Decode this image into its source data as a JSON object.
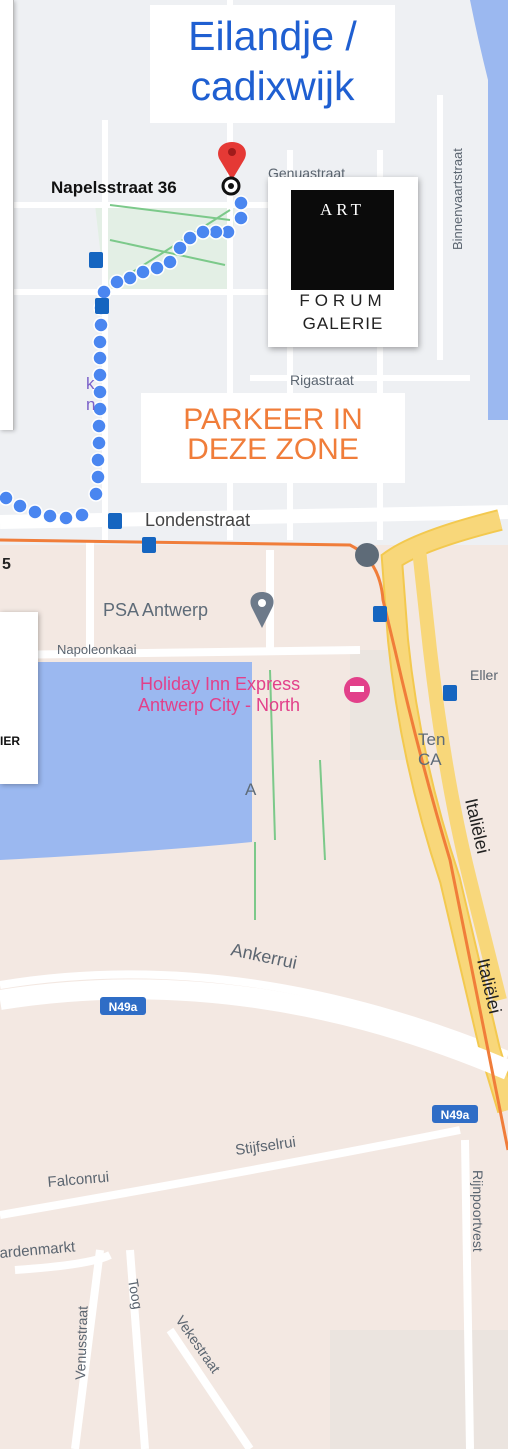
{
  "title": {
    "line1": "Eilandje /",
    "line2": "cadixwijk"
  },
  "parking_note": {
    "line1": "PARKEER IN",
    "line2": "DEZE ZONE"
  },
  "gallery_logo": {
    "top_text": "ART",
    "middle_text": "FORUM",
    "bottom_text": "GALERIE"
  },
  "destination": {
    "label": "Napelsstraat 36"
  },
  "left_fragments": {
    "digit": "5",
    "panel_text": "IER"
  },
  "streets": {
    "genuastraat": "Genuastraat",
    "binnenvaartstraat": "Binnenvaartstraat",
    "rigastraat": "Rigastraat",
    "londenstraat": "Londenstraat",
    "napoleonkaai": "Napoleonkaai",
    "ell": "Eller",
    "italielei1": "Italiëlei",
    "italielei2": "Italiëlei",
    "ankerrui": "Ankerrui",
    "stijfselrui": "Stijfselrui",
    "falconrui": "Falconrui",
    "rdenmarkt": "ardenmarkt",
    "rijnpoortvest": "Rijnpoortvest",
    "venusstraat": "Venusstraat",
    "toog": "Toog",
    "vekestraat": "Vekestraat"
  },
  "pois": {
    "psa": "PSA Antwerp",
    "holiday1": "Holiday Inn Express",
    "holiday2": "Antwerp City - North",
    "ten": "Ten",
    "ca": "CA",
    "a": "A",
    "k": "k",
    "n": "n"
  },
  "road_shields": [
    {
      "label": "N49a"
    },
    {
      "label": "N49a"
    }
  ],
  "colors": {
    "title_text": "#1f5fd1",
    "parking_text": "#f07d3a",
    "route_dots": "#4a86f0",
    "zone_border": "#f07d3a",
    "pin": "#e53935",
    "water": "#9bb8f0",
    "main_road": "#f8d77a",
    "poi_pink": "#e2408a"
  }
}
